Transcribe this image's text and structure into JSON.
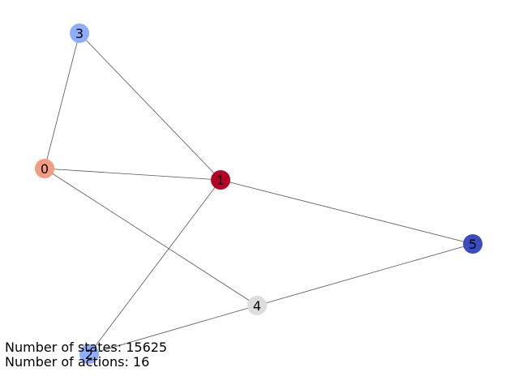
{
  "graph": {
    "nodes": [
      {
        "id": "0",
        "label": "0",
        "color": "#f29d80"
      },
      {
        "id": "1",
        "label": "1",
        "color": "#b40426"
      },
      {
        "id": "2",
        "label": "2",
        "color": "#8caefc"
      },
      {
        "id": "3",
        "label": "3",
        "color": "#8caefc"
      },
      {
        "id": "4",
        "label": "4",
        "color": "#dddddd"
      },
      {
        "id": "5",
        "label": "5",
        "color": "#3b4cc0"
      }
    ],
    "edges": [
      [
        "0",
        "3"
      ],
      [
        "0",
        "1"
      ],
      [
        "0",
        "4"
      ],
      [
        "3",
        "1"
      ],
      [
        "1",
        "5"
      ],
      [
        "1",
        "2"
      ],
      [
        "2",
        "4"
      ],
      [
        "4",
        "5"
      ]
    ]
  },
  "info": {
    "states_text": "Number of states: 15625",
    "actions_text": "Number of actions: 16"
  }
}
